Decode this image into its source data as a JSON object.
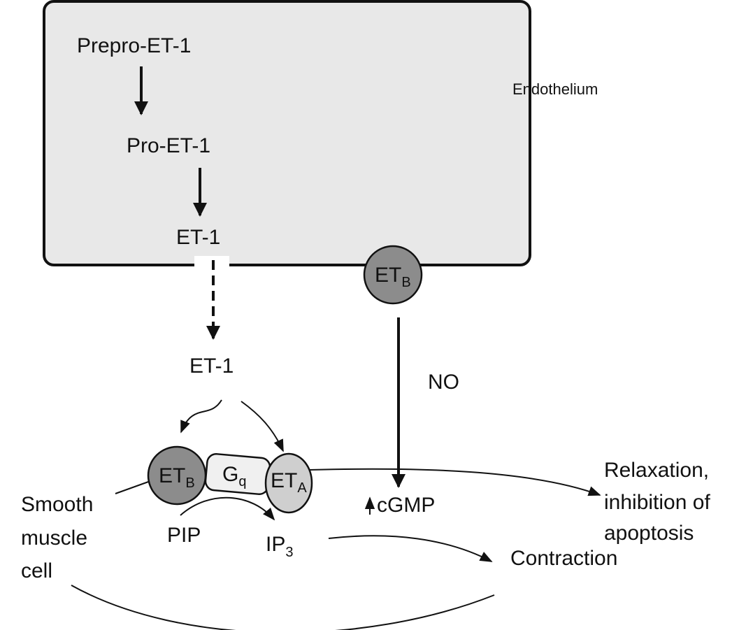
{
  "endothelium": {
    "label": "Endothelium",
    "fill": "#e8e8e8",
    "steps": [
      "Prepro-ET-1",
      "Pro-ET-1",
      "ET-1"
    ]
  },
  "released": {
    "label": "ET-1"
  },
  "endothelial_receptor": {
    "main": "ET",
    "sub": "B",
    "fill": "#8c8c8c"
  },
  "no_label": "NO",
  "smooth_muscle": {
    "cell_lines": [
      "Smooth",
      "muscle",
      "cell"
    ],
    "receptor_b": {
      "main": "ET",
      "sub": "B",
      "fill": "#8c8c8c"
    },
    "gprotein": {
      "main": "G",
      "sub": "q",
      "fill": "#f0f0f0"
    },
    "receptor_a": {
      "main": "ET",
      "sub": "A",
      "fill": "#cfcfcf"
    },
    "pip": "PIP",
    "ip3": {
      "main": "IP",
      "sub": "3"
    },
    "cgmp": "cGMP"
  },
  "outcomes": {
    "relaxation_lines": [
      "Relaxation,",
      "inhibition of",
      "apoptosis"
    ],
    "contraction": "Contraction"
  }
}
